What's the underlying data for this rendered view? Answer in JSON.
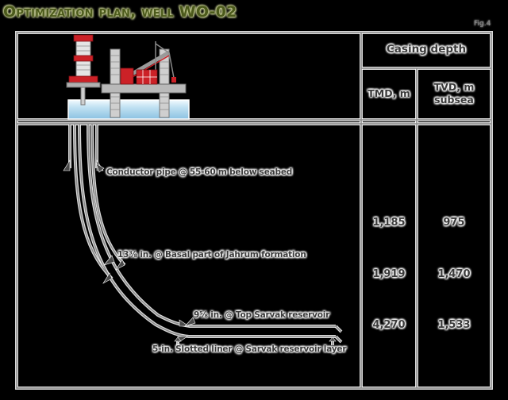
{
  "title": "Optimization plan, well WO-02",
  "figure_label": "Fig.4",
  "table": {
    "header": "Casing depth",
    "columns": {
      "tmd": "TMD, m",
      "tvd": "TVD, m subsea"
    },
    "rows": [
      {
        "tmd": "1,185",
        "tvd": "975"
      },
      {
        "tmd": "1,919",
        "tvd": "1,470"
      },
      {
        "tmd": "4,270",
        "tvd": "1,533"
      }
    ]
  },
  "labels": {
    "conductor": "Conductor pipe @ 55-60 m below seabed",
    "surface_casing": "13⅜ in. @ Basal part of Jahrum formation",
    "production_casing": "9⅝ in. @ Top Sarvak reservoir",
    "slotted_liner": "5-in. Slotted liner @ Sarvak reservoir layer"
  },
  "colors": {
    "title": "#4c5a1c",
    "line": "#8a8a8a",
    "text": "#3a3a3a",
    "rig_red": "#cc2127",
    "water": "#9fd0e8",
    "background": "#000000"
  }
}
